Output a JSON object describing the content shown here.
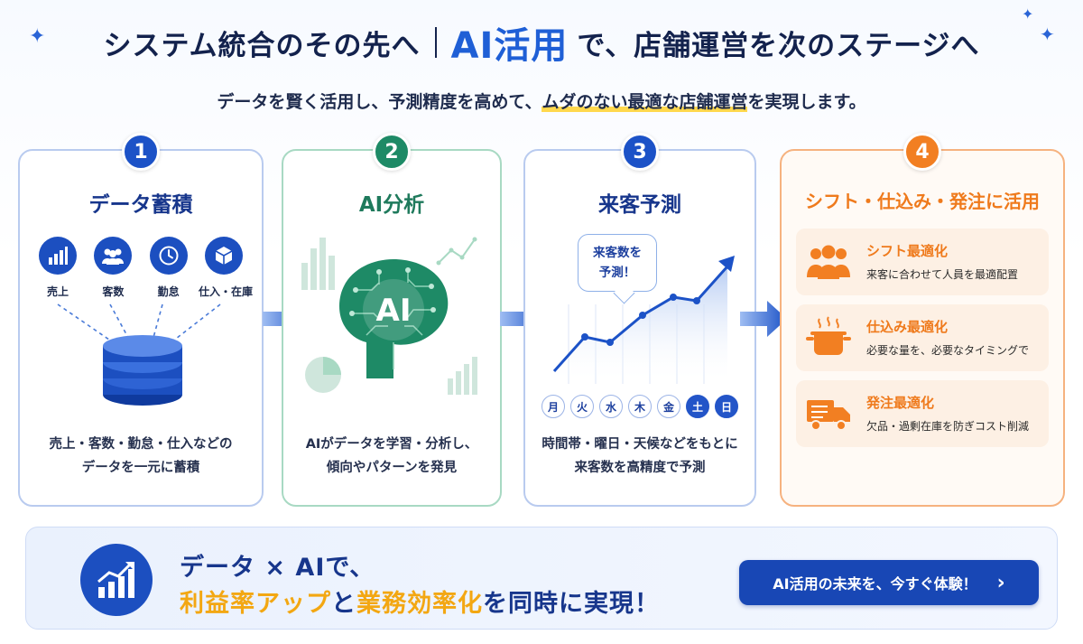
{
  "header": {
    "headline_left": "システム統合のその先へ",
    "headline_ai": "AI活用",
    "headline_right": "で、店舗運営を次のステージへ",
    "subhead_before": "データを賢く活用し、予測精度を高めて、",
    "subhead_highlight": "ムダのない最適な店舗運営",
    "subhead_after": "を実現します。"
  },
  "steps": [
    {
      "number": "1",
      "title": "データ蓄積",
      "sources": [
        "売上",
        "客数",
        "勤怠",
        "仕入・在庫"
      ],
      "desc_line1": "売上・客数・勤怠・仕入などの",
      "desc_line2": "データを一元に蓄積"
    },
    {
      "number": "2",
      "title": "AI分析",
      "brain_label": "AI",
      "desc_line1": "AIがデータを学習・分析し、",
      "desc_line2": "傾向やパターンを発見"
    },
    {
      "number": "3",
      "title": "来客予測",
      "bubble_line1": "来客数を",
      "bubble_line2": "予測！",
      "days": [
        "月",
        "火",
        "水",
        "木",
        "金",
        "土",
        "日"
      ],
      "highlighted_days": [
        "土",
        "日"
      ],
      "desc_line1": "時間帯・曜日・天候などをもとに",
      "desc_line2": "来客数を高精度で予測"
    },
    {
      "number": "4",
      "title": "シフト・仕込み・発注に活用",
      "uses": [
        {
          "title": "シフト最適化",
          "desc": "来客に合わせて人員を最適配置",
          "icon": "people-icon"
        },
        {
          "title": "仕込み最適化",
          "desc": "必要な量を、必要なタイミングで",
          "icon": "pot-icon"
        },
        {
          "title": "発注最適化",
          "desc": "欠品・過剰在庫を防ぎコスト削減",
          "icon": "truck-icon"
        }
      ]
    }
  ],
  "footer": {
    "line1": "データ × AIで、",
    "line2_a": "利益率アップ",
    "line2_b": "と",
    "line2_c": "業務効率化",
    "line2_d": "を同時に実現！",
    "cta_label": "AI活用の未来を、今すぐ体験！",
    "cta_chevron": "›"
  },
  "colors": {
    "primary": "#1c52c7",
    "green": "#1e8a66",
    "orange": "#f27f22",
    "yellow": "#f3a712",
    "navy": "#13224d"
  }
}
